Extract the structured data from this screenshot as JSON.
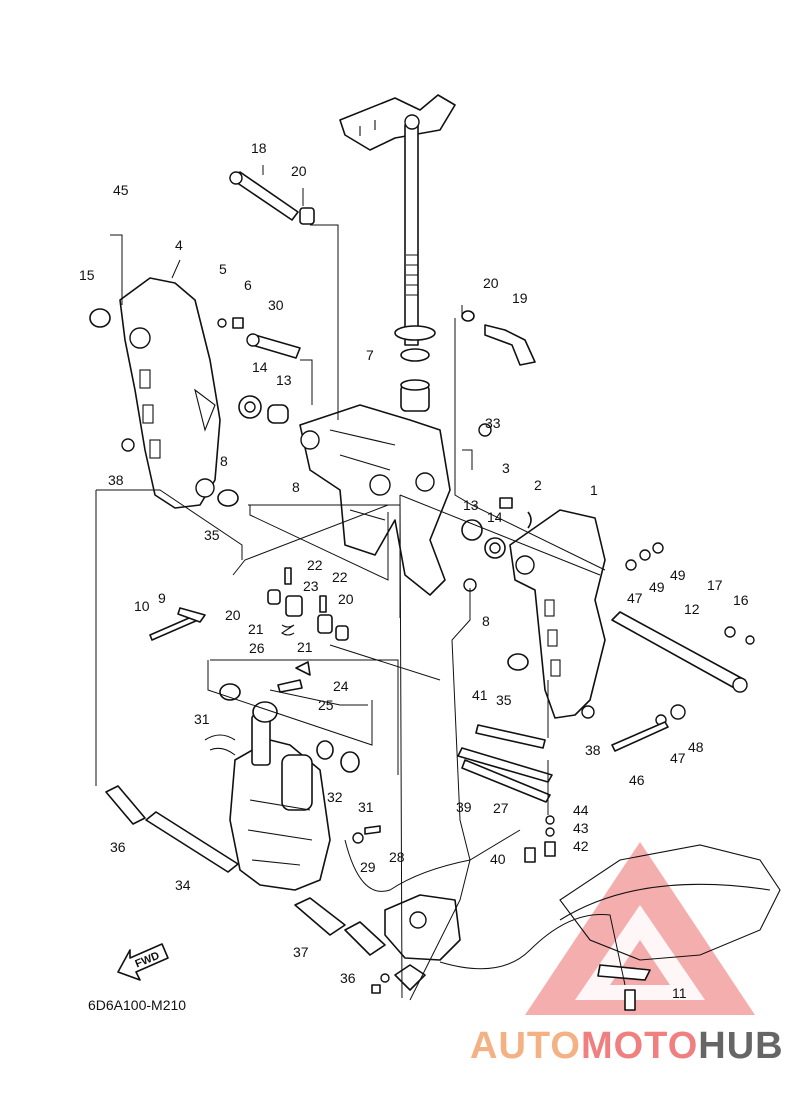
{
  "diagram_code": "6D6A100-M210",
  "fwd_label": "FWD",
  "watermark": {
    "part1": "AUTO",
    "part2": "MOTO",
    "part3": "HUB",
    "color_auto": "#f4b183",
    "color_moto": "#f08080",
    "color_hub": "#666666",
    "triangle_color": "#f08080"
  },
  "callouts": [
    "1",
    "2",
    "3",
    "4",
    "5",
    "6",
    "7",
    "8",
    "8",
    "8",
    "9",
    "10",
    "11",
    "12",
    "13",
    "13",
    "14",
    "14",
    "15",
    "16",
    "17",
    "18",
    "19",
    "20",
    "20",
    "20",
    "20",
    "21",
    "21",
    "22",
    "22",
    "23",
    "24",
    "25",
    "26",
    "27",
    "28",
    "29",
    "30",
    "31",
    "31",
    "32",
    "33",
    "34",
    "35",
    "35",
    "36",
    "36",
    "37",
    "38",
    "38",
    "39",
    "40",
    "41",
    "42",
    "43",
    "44",
    "45",
    "46",
    "47",
    "47",
    "48",
    "49",
    "49"
  ]
}
